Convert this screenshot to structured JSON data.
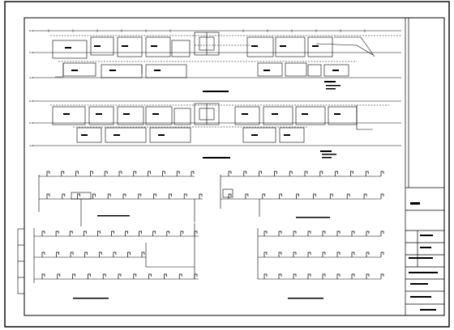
{
  "drawing": {
    "title": "",
    "row_labels": {
      "top": [
        "8.4",
        "5.0",
        "4.0"
      ],
      "middle": [
        "8.4",
        "5.0",
        "4.0"
      ]
    },
    "plan_captions": {
      "upper_plan": "",
      "middle_plan": ""
    },
    "schematic_captions": {
      "left_upper": "",
      "right_upper": "",
      "left_lower": "",
      "right_lower": ""
    },
    "title_block": {
      "rows": [
        "",
        "",
        "",
        "",
        "",
        ""
      ],
      "drawing_number": ""
    }
  },
  "colors": {
    "line": "#000000",
    "paper": "#ffffff"
  }
}
